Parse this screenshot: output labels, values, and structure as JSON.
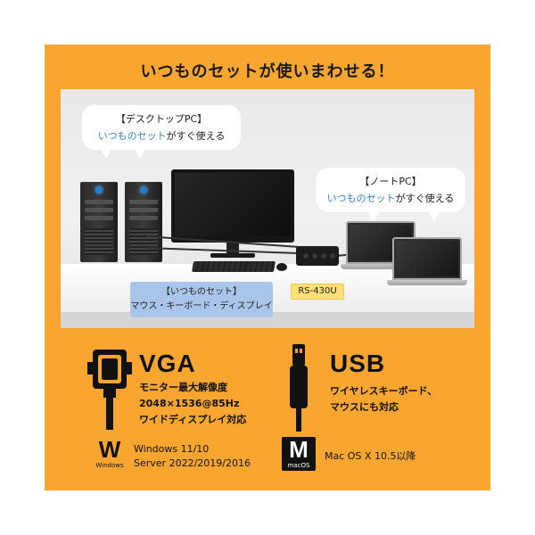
{
  "headline": "いつものセットが使いまわせる！",
  "bubbles": {
    "desktop": {
      "title": "【デスクトップPC】",
      "accent": "いつものセット",
      "suffix": "がすぐ使える"
    },
    "notebook": {
      "title": "【ノートPC】",
      "accent": "いつものセット",
      "suffix": "がすぐ使える"
    }
  },
  "labels": {
    "usual_set_title": "【いつものセット】",
    "usual_set_items": "マウス・キーボード・ディスプレイ",
    "model": "RS-430U"
  },
  "features": {
    "vga": {
      "title": "VGA",
      "lines": [
        "モニター最大解像度",
        "2048×1536@85Hz",
        "ワイドディスプレイ対応"
      ]
    },
    "usb": {
      "title": "USB",
      "lines": [
        "ワイヤレスキーボード、",
        "マウスにも対応"
      ]
    }
  },
  "os": {
    "windows": {
      "logo_letter": "W",
      "logo_caption": "Windows",
      "lines": [
        "Windows 11/10",
        "Server 2022/2019/2016"
      ]
    },
    "mac": {
      "logo_letter": "M",
      "logo_caption": "macOS",
      "lines": [
        "Mac OS X 10.5以降"
      ]
    }
  },
  "colors": {
    "background": "#f8a630",
    "accent_text": "#3a86c8",
    "set_tag": "#a9c6ea",
    "model_tag": "#ffe17a"
  }
}
